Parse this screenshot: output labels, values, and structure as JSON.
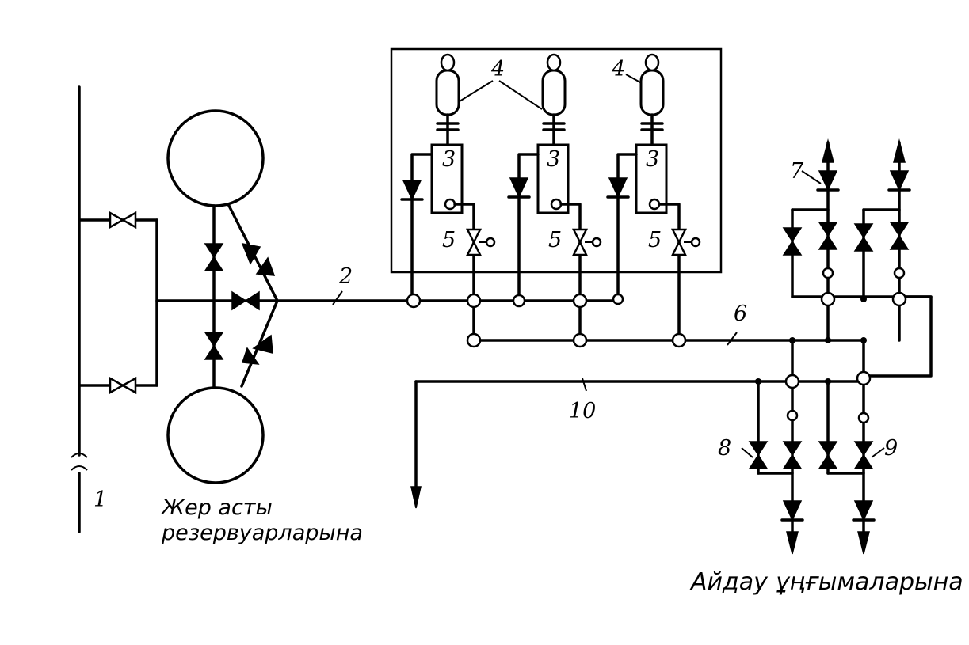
{
  "labels": {
    "n1": "1",
    "n2": "2",
    "n3": "3",
    "n4": "4",
    "n5": "5",
    "n6": "6",
    "n7": "7",
    "n8": "8",
    "n9": "9",
    "n10": "10"
  },
  "captions": {
    "underground_line1": "Жер асты",
    "underground_line2": "резервуарларына",
    "injection_wells": "Айдау ұңғымаларына"
  }
}
